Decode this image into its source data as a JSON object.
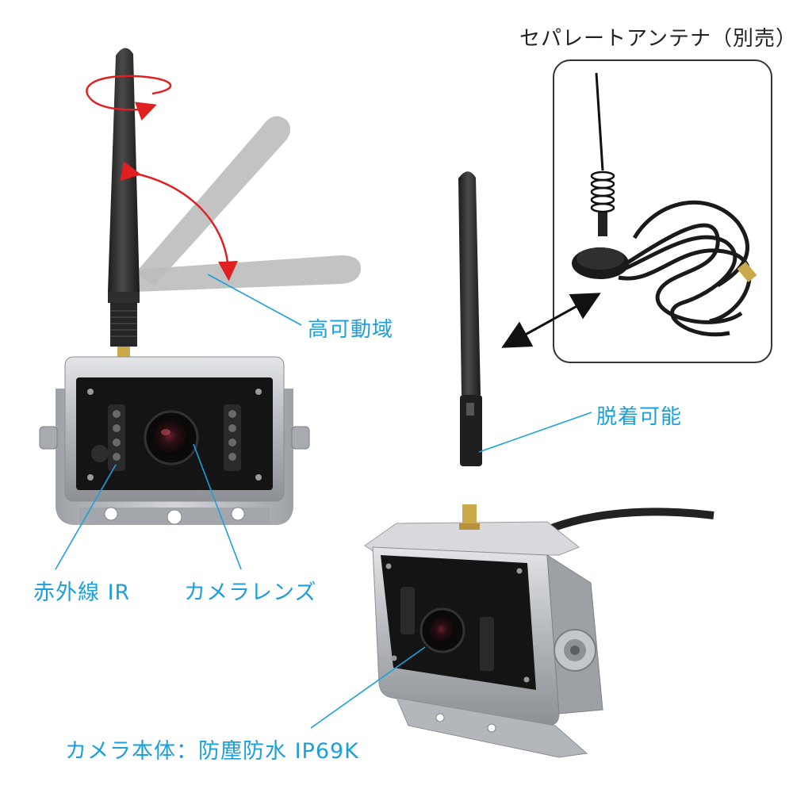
{
  "labels": {
    "separate_antenna": "セパレートアンテナ（別売）",
    "rotation_range": "高可動域",
    "detachable": "脱着可能",
    "infrared": "赤外線 IR",
    "camera_lens": "カメラレンズ",
    "camera_body": "カメラ本体：防塵防水 IP69K"
  },
  "colors": {
    "callout_blue": "#1d9fd9",
    "arrow_red": "#e02020",
    "housing_silver": "#b9bcc0",
    "faceplate_black": "#141414",
    "antenna_black": "#2b2b2b",
    "ghost_antenna": "#b5b5b5"
  }
}
